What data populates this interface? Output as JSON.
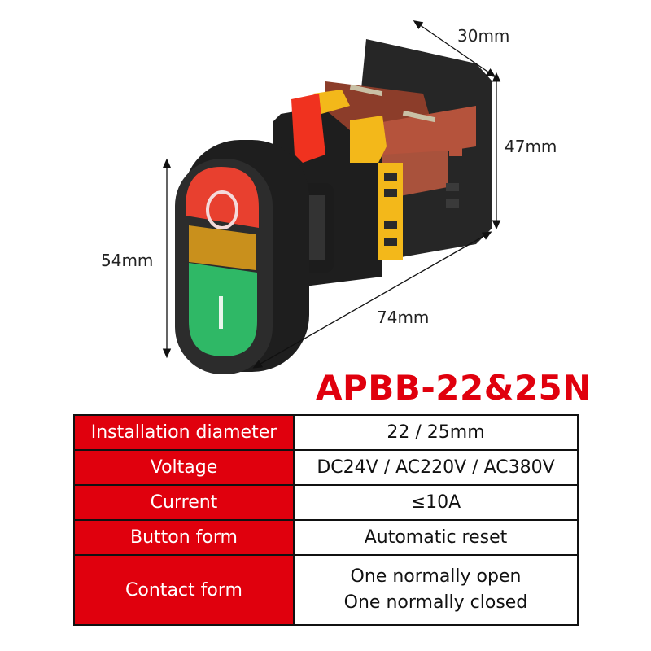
{
  "product": {
    "model": "APBB-22&25N",
    "title_color": "#e0000d"
  },
  "dimensions": {
    "width": "30mm",
    "height_body": "47mm",
    "height_head": "54mm",
    "length": "74mm"
  },
  "image": {
    "subject": "double push button with indicator lamp",
    "top_button_symbol": "O",
    "bottom_button_symbol": "I",
    "colors": {
      "top_button": "#e8402f",
      "bottom_button": "#2fb866",
      "indicator": "#c9901c",
      "housing": "#2a2a2a",
      "contact_block_accent": "#f3b81a",
      "contact_block_brown": "#a9523c"
    }
  },
  "spec_table": {
    "rows": [
      {
        "label": "Installation diameter",
        "value": "22 / 25mm"
      },
      {
        "label": "Voltage",
        "value": "DC24V / AC220V / AC380V"
      },
      {
        "label": "Current",
        "value": "≤10A"
      },
      {
        "label": "Button form",
        "value": "Automatic reset"
      },
      {
        "label": "Contact form",
        "value_lines": [
          "One normally open",
          "One normally closed"
        ]
      }
    ],
    "label_bg": "#e0000d",
    "label_color": "#ffffff"
  }
}
